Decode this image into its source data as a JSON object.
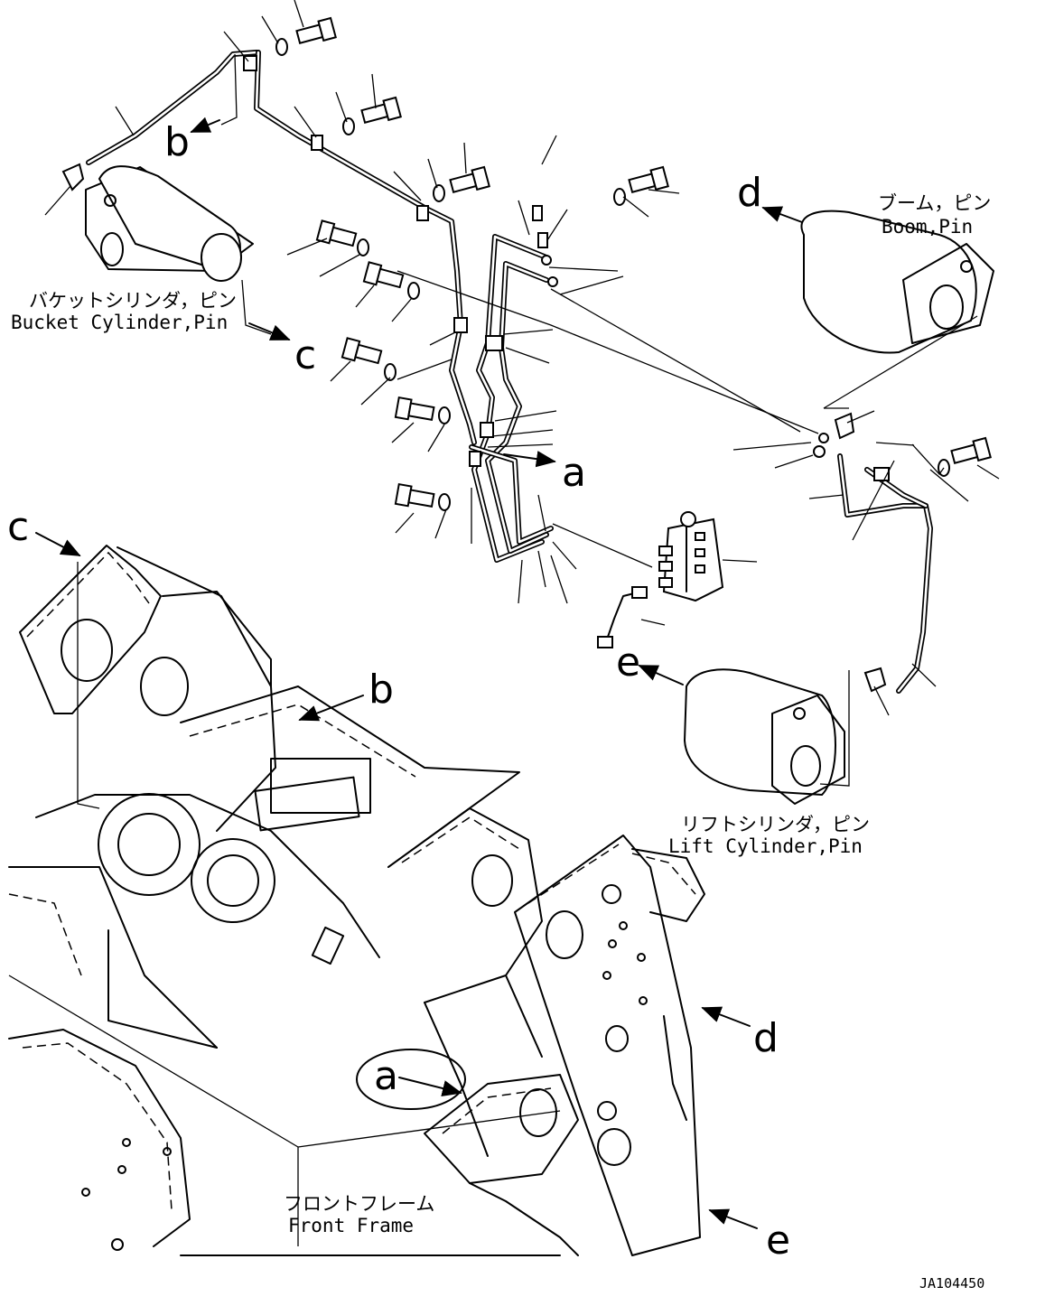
{
  "labels": {
    "bucket_cylinder_pin_jp": "バケットシリンダ，ピン",
    "bucket_cylinder_pin_en": "Bucket Cylinder,Pin",
    "boom_pin_jp": "ブーム，ピン",
    "boom_pin_en": "Boom,Pin",
    "lift_cylinder_pin_jp": "リフトシリンダ，ピン",
    "lift_cylinder_pin_en": "Lift Cylinder,Pin",
    "front_frame_jp": "フロントフレーム",
    "front_frame_en": "Front Frame"
  },
  "reference_letters": {
    "a_top": "a",
    "a_bottom": "a",
    "b_top": "b",
    "b_bottom": "b",
    "c_top": "c",
    "c_left": "c",
    "d_top": "d",
    "d_bottom": "d",
    "e_top": "e",
    "e_bottom": "e"
  },
  "drawing_code": "JA104450"
}
